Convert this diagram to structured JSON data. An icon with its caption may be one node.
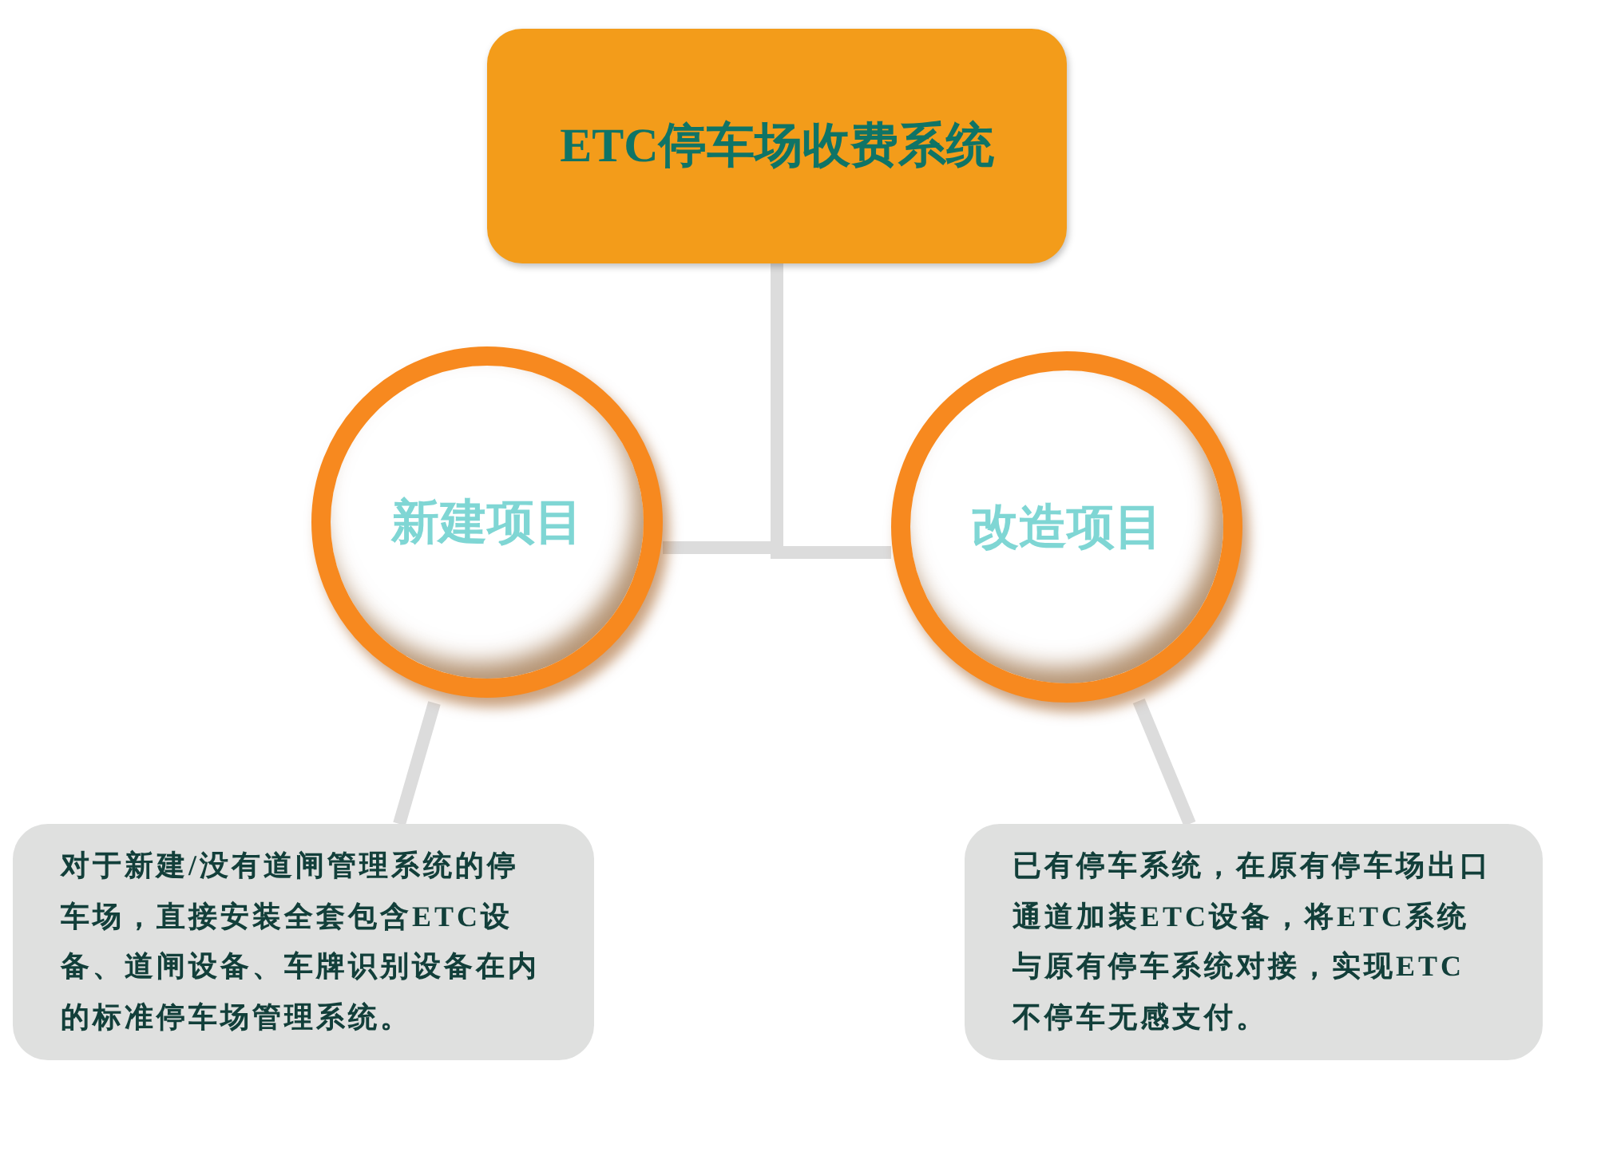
{
  "diagram": {
    "nodes": [
      {
        "text": [
          "ETC停车场收费系统"
        ]
      },
      {
        "text": [
          "新建项目"
        ]
      },
      {
        "text": [
          "改造项目"
        ]
      },
      {
        "text": [
          "对于新建/没有道闸管理系统的停车场，直接安装全套包含ETC设备、道闸设备、车牌识别设备在内的标准停车场管理系统。"
        ]
      },
      {
        "text": [
          "已有停车系统，在原有停车场出口通道加装ETC设备，将ETC系统与原有停车系统对接，实现ETC不停车无感支付。"
        ]
      }
    ],
    "edges": [
      {
        "from": 0,
        "to": 1,
        "arrow": "none"
      },
      {
        "from": 0,
        "to": 2,
        "arrow": "none"
      },
      {
        "from": 1,
        "to": 3,
        "arrow": "none"
      },
      {
        "from": 2,
        "to": 4,
        "arrow": "none"
      }
    ]
  }
}
